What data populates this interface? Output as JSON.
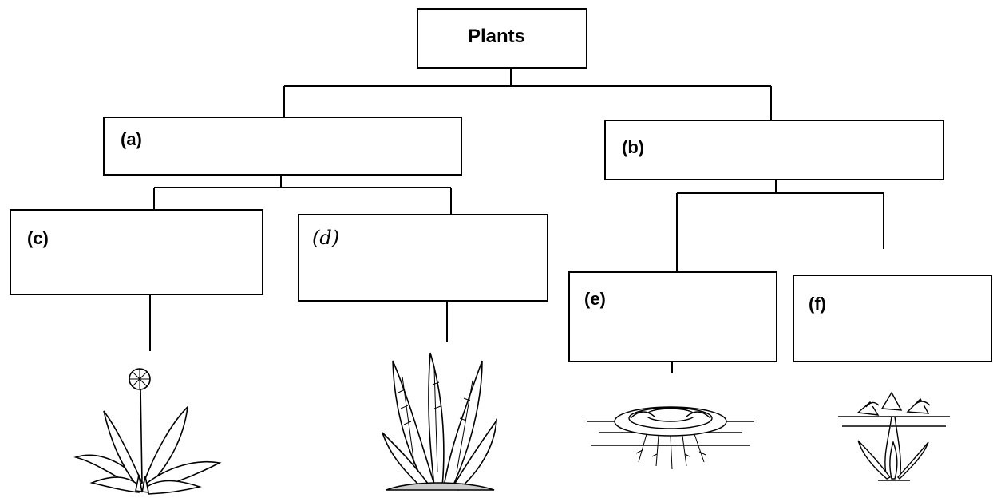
{
  "diagram": {
    "root_label": "Plants",
    "boxes": [
      {
        "id": "a",
        "label": "(a)"
      },
      {
        "id": "b",
        "label": "(b)"
      },
      {
        "id": "c",
        "label": "(c)"
      },
      {
        "id": "d",
        "label": "(d)"
      },
      {
        "id": "e",
        "label": "(e)"
      },
      {
        "id": "f",
        "label": "(f)"
      }
    ]
  }
}
